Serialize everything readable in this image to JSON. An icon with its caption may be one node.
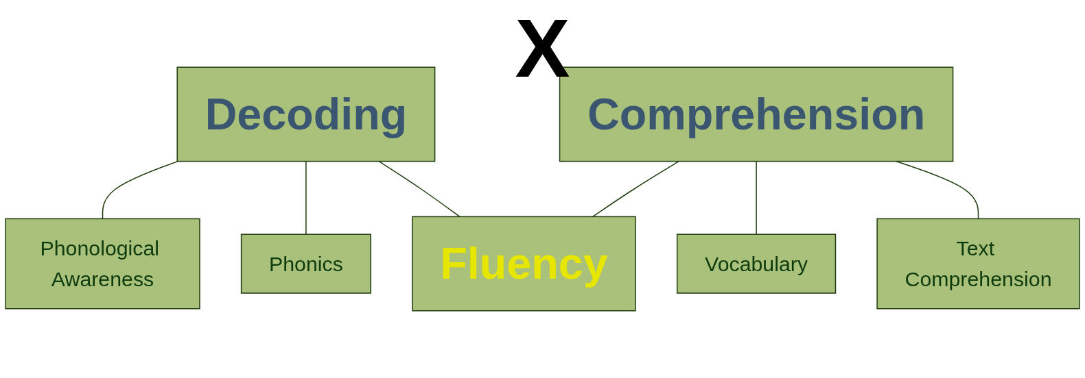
{
  "diagram": {
    "nodes": [
      {
        "text": [
          "Decoding"
        ]
      },
      {
        "text": [
          "Comprehension"
        ]
      },
      {
        "text": [
          "Phonics"
        ]
      },
      {
        "text": [
          "Vocabulary"
        ]
      },
      {
        "text": [
          "Fluency"
        ]
      },
      {
        "text": [
          "Phonological Awareness"
        ]
      },
      {
        "text": [
          "Text Comprehension"
        ]
      }
    ],
    "edges": [
      {
        "from": 0,
        "to": 5,
        "arrow": "none"
      },
      {
        "from": 0,
        "to": 2,
        "arrow": "none"
      },
      {
        "from": 0,
        "to": 4,
        "arrow": "none"
      },
      {
        "from": 1,
        "to": 4,
        "arrow": "none"
      },
      {
        "from": 1,
        "to": 3,
        "arrow": "none"
      },
      {
        "from": 1,
        "to": 6,
        "arrow": "none"
      }
    ],
    "labels": [
      "X"
    ]
  }
}
